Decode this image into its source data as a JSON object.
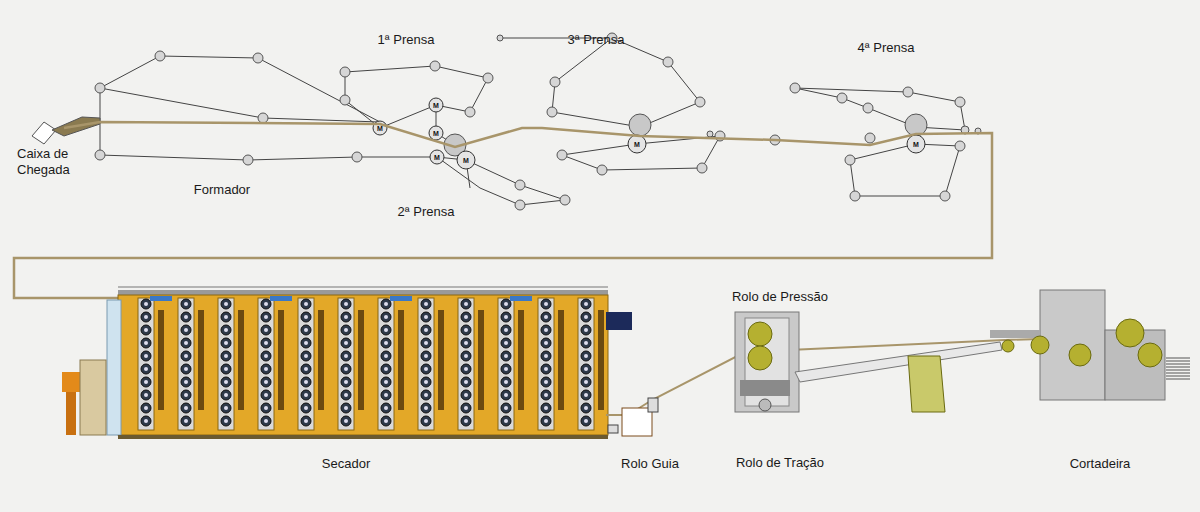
{
  "diagram": {
    "labels": [
      "1ª Prensa",
      "3ª Prensa",
      "4ª Prensa",
      "Caixa de Chegada",
      "Formador",
      "2ª Prensa",
      "M",
      "M",
      "M",
      "M",
      "M",
      "M",
      "M",
      "Rolo de Pressão",
      "Secador",
      "Rolo Guia",
      "Rolo de Tração",
      "Cortadeira"
    ]
  }
}
